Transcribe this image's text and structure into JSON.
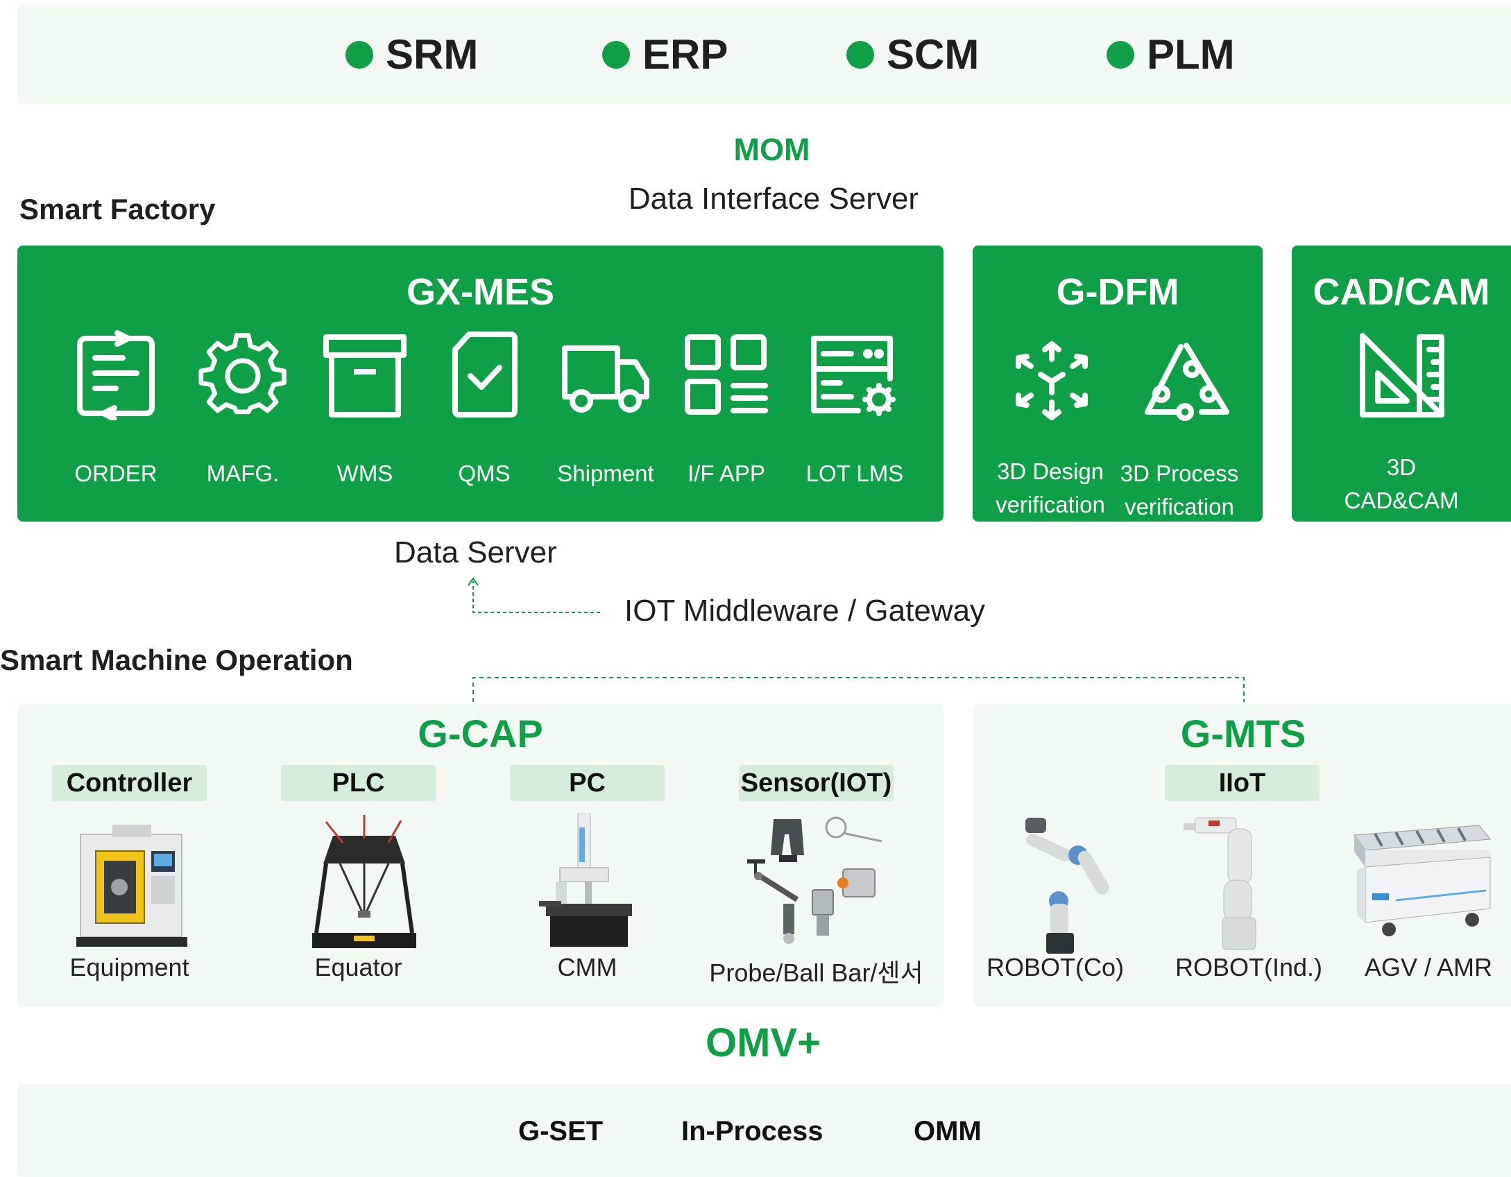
{
  "top_systems": [
    {
      "label": "SRM"
    },
    {
      "label": "ERP"
    },
    {
      "label": "SCM"
    },
    {
      "label": "PLM"
    }
  ],
  "mom": {
    "title": "MOM",
    "subtitle": "Data Interface Server"
  },
  "smart_factory": {
    "label": "Smart Factory"
  },
  "gx_mes": {
    "title": "GX-MES",
    "modules": [
      {
        "label": "ORDER",
        "icon": "order-icon"
      },
      {
        "label": "MAFG.",
        "icon": "gear-icon"
      },
      {
        "label": "WMS",
        "icon": "archive-box-icon"
      },
      {
        "label": "QMS",
        "icon": "document-check-icon"
      },
      {
        "label": "Shipment",
        "icon": "truck-icon"
      },
      {
        "label": "I/F APP",
        "icon": "app-grid-icon"
      },
      {
        "label": "LOT LMS",
        "icon": "server-settings-icon"
      }
    ]
  },
  "g_dfm": {
    "title": "G-DFM",
    "items": [
      {
        "line1": "3D Design",
        "line2": "verification",
        "icon": "3d-cube-icon"
      },
      {
        "line1": "3D Process",
        "line2": "verification",
        "icon": "process-triangle-icon"
      }
    ]
  },
  "cad_cam": {
    "title": "CAD/CAM",
    "line1": "3D",
    "line2": "CAD&CAM",
    "icon": "set-square-ruler-icon"
  },
  "data_server": {
    "label": "Data Server"
  },
  "iot_gateway": {
    "label": "IOT Middleware / Gateway"
  },
  "smart_machine": {
    "label": "Smart Machine Operation"
  },
  "g_cap": {
    "title": "G-CAP",
    "categories": [
      {
        "chip": "Controller",
        "label": "Equipment"
      },
      {
        "chip": "PLC",
        "label": "Equator"
      },
      {
        "chip": "PC",
        "label": "CMM"
      },
      {
        "chip": "Sensor(IOT)",
        "label": "Probe/Ball Bar/센서"
      }
    ]
  },
  "g_mts": {
    "title": "G-MTS",
    "chip": "IIoT",
    "items": [
      {
        "label": "ROBOT(Co)"
      },
      {
        "label": "ROBOT(Ind.)"
      },
      {
        "label": "AGV / AMR"
      }
    ]
  },
  "omv": {
    "title": "OMV+",
    "items": [
      {
        "label": "G-SET"
      },
      {
        "label": "In-Process"
      },
      {
        "label": "OMM"
      }
    ]
  },
  "colors": {
    "brand_green": "#0e9f47",
    "light_panel": "#f3f8f4",
    "chip_bg": "#d6ecdd"
  }
}
